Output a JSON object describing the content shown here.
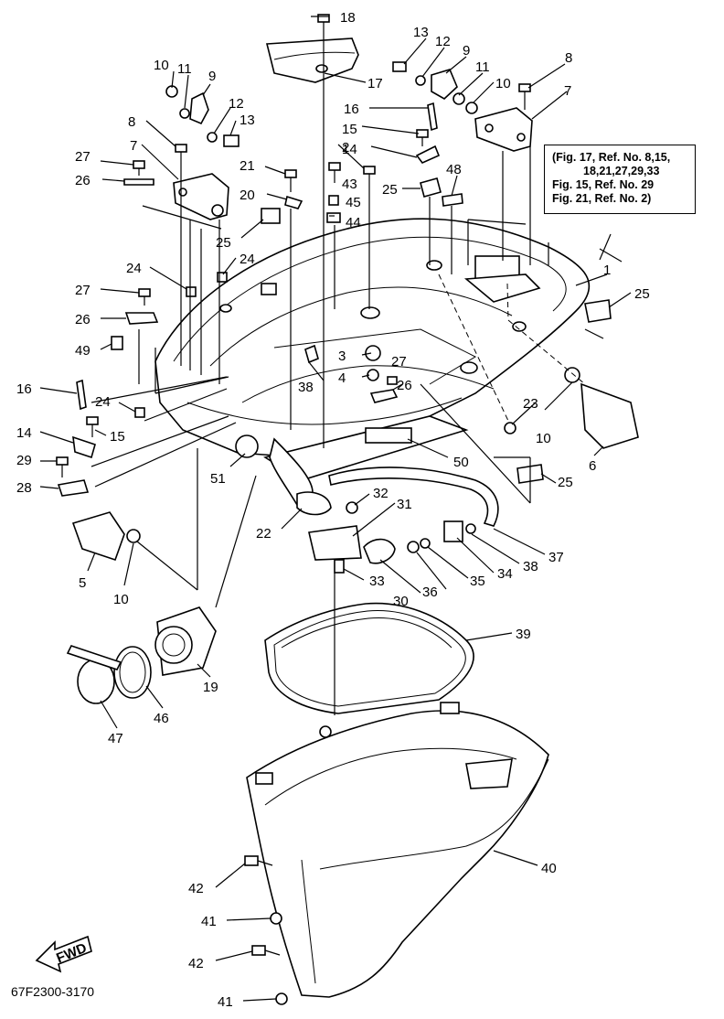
{
  "reference_note": {
    "lines": [
      "(Fig. 17, Ref. No. 8,15,",
      "18,21,27,29,33",
      "Fig. 15, Ref. No. 29",
      "Fig. 21, Ref. No. 2)"
    ]
  },
  "drawing_code": "67F2300-3170",
  "fwd_label": "FWD",
  "callouts": [
    {
      "id": "c1",
      "text": "1"
    },
    {
      "id": "c2",
      "text": "2"
    },
    {
      "id": "c3",
      "text": "3"
    },
    {
      "id": "c4",
      "text": "4"
    },
    {
      "id": "c5",
      "text": "5"
    },
    {
      "id": "c6",
      "text": "6"
    },
    {
      "id": "c7a",
      "text": "7"
    },
    {
      "id": "c7b",
      "text": "7"
    },
    {
      "id": "c8a",
      "text": "8"
    },
    {
      "id": "c8b",
      "text": "8"
    },
    {
      "id": "c9a",
      "text": "9"
    },
    {
      "id": "c9b",
      "text": "9"
    },
    {
      "id": "c10a",
      "text": "10"
    },
    {
      "id": "c10b",
      "text": "10"
    },
    {
      "id": "c10c",
      "text": "10"
    },
    {
      "id": "c10d",
      "text": "10"
    },
    {
      "id": "c11a",
      "text": "11"
    },
    {
      "id": "c11b",
      "text": "11"
    },
    {
      "id": "c12a",
      "text": "12"
    },
    {
      "id": "c12b",
      "text": "12"
    },
    {
      "id": "c13a",
      "text": "13"
    },
    {
      "id": "c13b",
      "text": "13"
    },
    {
      "id": "c14a",
      "text": "14"
    },
    {
      "id": "c14b",
      "text": "14"
    },
    {
      "id": "c15a",
      "text": "15"
    },
    {
      "id": "c15b",
      "text": "15"
    },
    {
      "id": "c16a",
      "text": "16"
    },
    {
      "id": "c16b",
      "text": "16"
    },
    {
      "id": "c18",
      "text": "18"
    },
    {
      "id": "c17",
      "text": "17"
    },
    {
      "id": "c19",
      "text": "19"
    },
    {
      "id": "c20",
      "text": "20"
    },
    {
      "id": "c21",
      "text": "21"
    },
    {
      "id": "c22",
      "text": "22"
    },
    {
      "id": "c23",
      "text": "23"
    },
    {
      "id": "c24a",
      "text": "24"
    },
    {
      "id": "c24b",
      "text": "24"
    },
    {
      "id": "c24c",
      "text": "24"
    },
    {
      "id": "c25a",
      "text": "25"
    },
    {
      "id": "c25b",
      "text": "25"
    },
    {
      "id": "c25c",
      "text": "25"
    },
    {
      "id": "c25d",
      "text": "25"
    },
    {
      "id": "c26a",
      "text": "26"
    },
    {
      "id": "c26b",
      "text": "26"
    },
    {
      "id": "c26c",
      "text": "26"
    },
    {
      "id": "c27a",
      "text": "27"
    },
    {
      "id": "c27b",
      "text": "27"
    },
    {
      "id": "c27c",
      "text": "27"
    },
    {
      "id": "c28",
      "text": "28"
    },
    {
      "id": "c29",
      "text": "29"
    },
    {
      "id": "c30",
      "text": "30"
    },
    {
      "id": "c31",
      "text": "31"
    },
    {
      "id": "c32",
      "text": "32"
    },
    {
      "id": "c33",
      "text": "33"
    },
    {
      "id": "c34",
      "text": "34"
    },
    {
      "id": "c35",
      "text": "35"
    },
    {
      "id": "c36",
      "text": "36"
    },
    {
      "id": "c37",
      "text": "37"
    },
    {
      "id": "c38a",
      "text": "38"
    },
    {
      "id": "c38b",
      "text": "38"
    },
    {
      "id": "c39",
      "text": "39"
    },
    {
      "id": "c40",
      "text": "40"
    },
    {
      "id": "c41a",
      "text": "41"
    },
    {
      "id": "c41b",
      "text": "41"
    },
    {
      "id": "c42a",
      "text": "42"
    },
    {
      "id": "c42b",
      "text": "42"
    },
    {
      "id": "c43",
      "text": "43"
    },
    {
      "id": "c44",
      "text": "44"
    },
    {
      "id": "c45",
      "text": "45"
    },
    {
      "id": "c46",
      "text": "46"
    },
    {
      "id": "c47",
      "text": "47"
    },
    {
      "id": "c48",
      "text": "48"
    },
    {
      "id": "c49",
      "text": "49"
    },
    {
      "id": "c50",
      "text": "50"
    },
    {
      "id": "c51",
      "text": "51"
    }
  ]
}
